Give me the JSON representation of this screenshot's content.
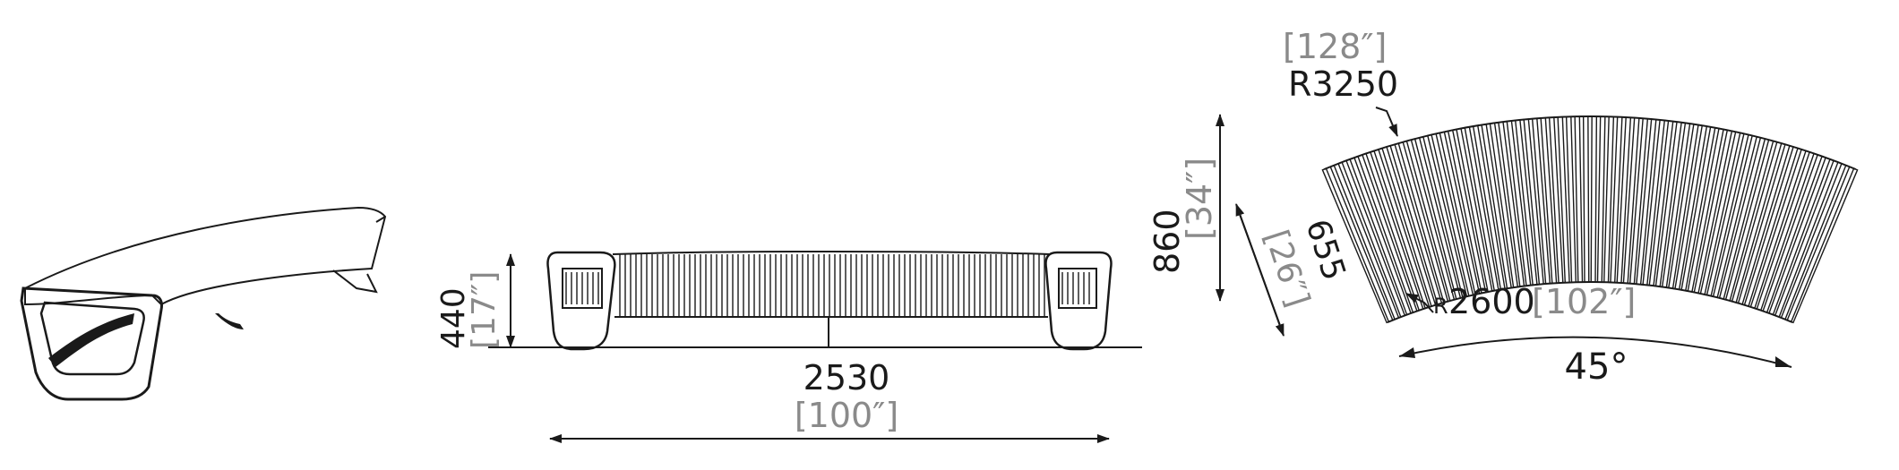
{
  "colors": {
    "ink": "#1a1a1a",
    "imperial": "#8a8a8a",
    "background": "#ffffff"
  },
  "front_view": {
    "width_mm": "2530",
    "width_in": "[100″]",
    "height_mm": "440",
    "height_in": "[17″]"
  },
  "plan_view": {
    "outer_radius_mm": "R3250",
    "outer_radius_in": "[128″]",
    "inner_radius_prefix": "R",
    "inner_radius_mm": "2600",
    "inner_radius_in": "[102″]",
    "depth_mm": "655",
    "depth_in": "[26″]",
    "overall_mm": "860",
    "overall_in": "[34″]",
    "angle": "45°"
  },
  "icons": [
    "bench-perspective-icon",
    "bench-elevation-icon",
    "bench-plan-icon"
  ]
}
